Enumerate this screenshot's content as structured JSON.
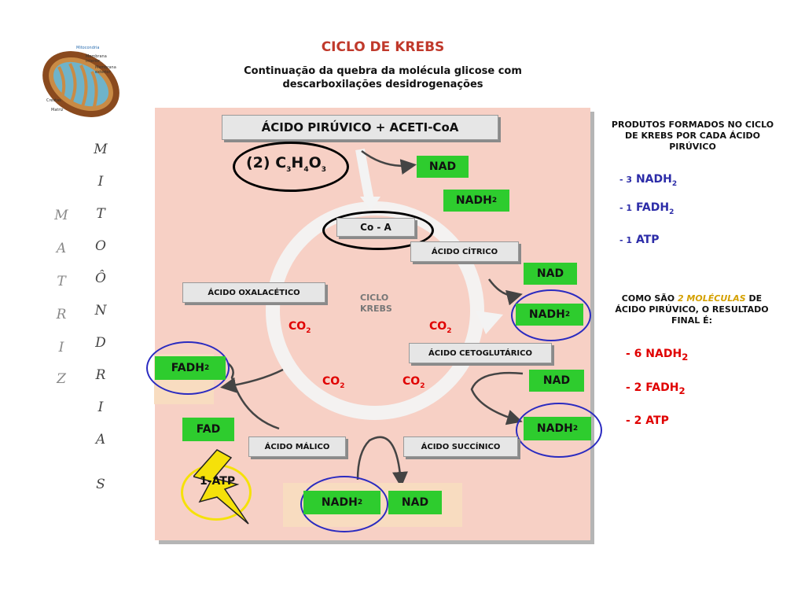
{
  "title": "CICLO DE KREBS",
  "subtitle": "Continuação da quebra da molécula glicose com descarboxilações desidrogenações",
  "mito_labels": {
    "mitocondria": "Mitocondria",
    "membrana_interior": "Membrana interior",
    "membrana_exterior": "Membrana exterior",
    "crestas": "Crestas",
    "matriz": "Matriz"
  },
  "vertical_words": {
    "mitocondrias": [
      "M",
      "I",
      "T",
      "O",
      "Ô",
      "N",
      "D",
      "R",
      "I",
      "A",
      "S"
    ],
    "matriz": [
      "M",
      "A",
      "T",
      "R",
      "I",
      "Z"
    ]
  },
  "diagram": {
    "header_box": "ÁCIDO PIRÚVICO + ACETI-CoA",
    "formula": {
      "coef": "(2) C",
      "h": "H",
      "h_sub": "4",
      "c_sub": "3",
      "o": "O",
      "o_sub": "3"
    },
    "coa": "Co - A",
    "cycle_label_1": "CICLO",
    "cycle_label_2": "KREBS",
    "boxes": {
      "citrico": "ÁCIDO CÍTRICO",
      "oxalacetico": "ÁCIDO OXALACÉTICO",
      "cetoglutarico": "ÁCIDO CETOGLUTÁRICO",
      "malico": "ÁCIDO MÁLICO",
      "succinico": "ÁCIDO SUCCÍNICO"
    },
    "nad": "NAD",
    "nadh_base": "NADH",
    "fadh_base": "FADH",
    "fad": "FAD",
    "sub2": "2",
    "co2_base": "CO",
    "atp": "1-ATP"
  },
  "right": {
    "produtos_title": "PRODUTOS FORMADOS NO CICLO DE KREBS POR CADA ÁCIDO PIRÚVICO",
    "p1_num": "- 3",
    "p1_txt": "NADH",
    "p2_num": "- 1",
    "p2_txt": "FADH",
    "p3_num": "- 1",
    "p3_txt": "ATP",
    "como_a": "COMO SÃO ",
    "como_b": "2 MOLÉCULAS",
    "como_c": " DE ÁCIDO PIRÚVICO, O RESULTADO FINAL É:",
    "r1": "- 6 NADH",
    "r2": "- 2 FADH",
    "r3": "- 2 ATP"
  },
  "colors": {
    "panel": "#f7d0c5",
    "green": "#2ecc2e",
    "red": "#e00000",
    "blue": "#2c2ca8",
    "title": "#c0392b"
  }
}
